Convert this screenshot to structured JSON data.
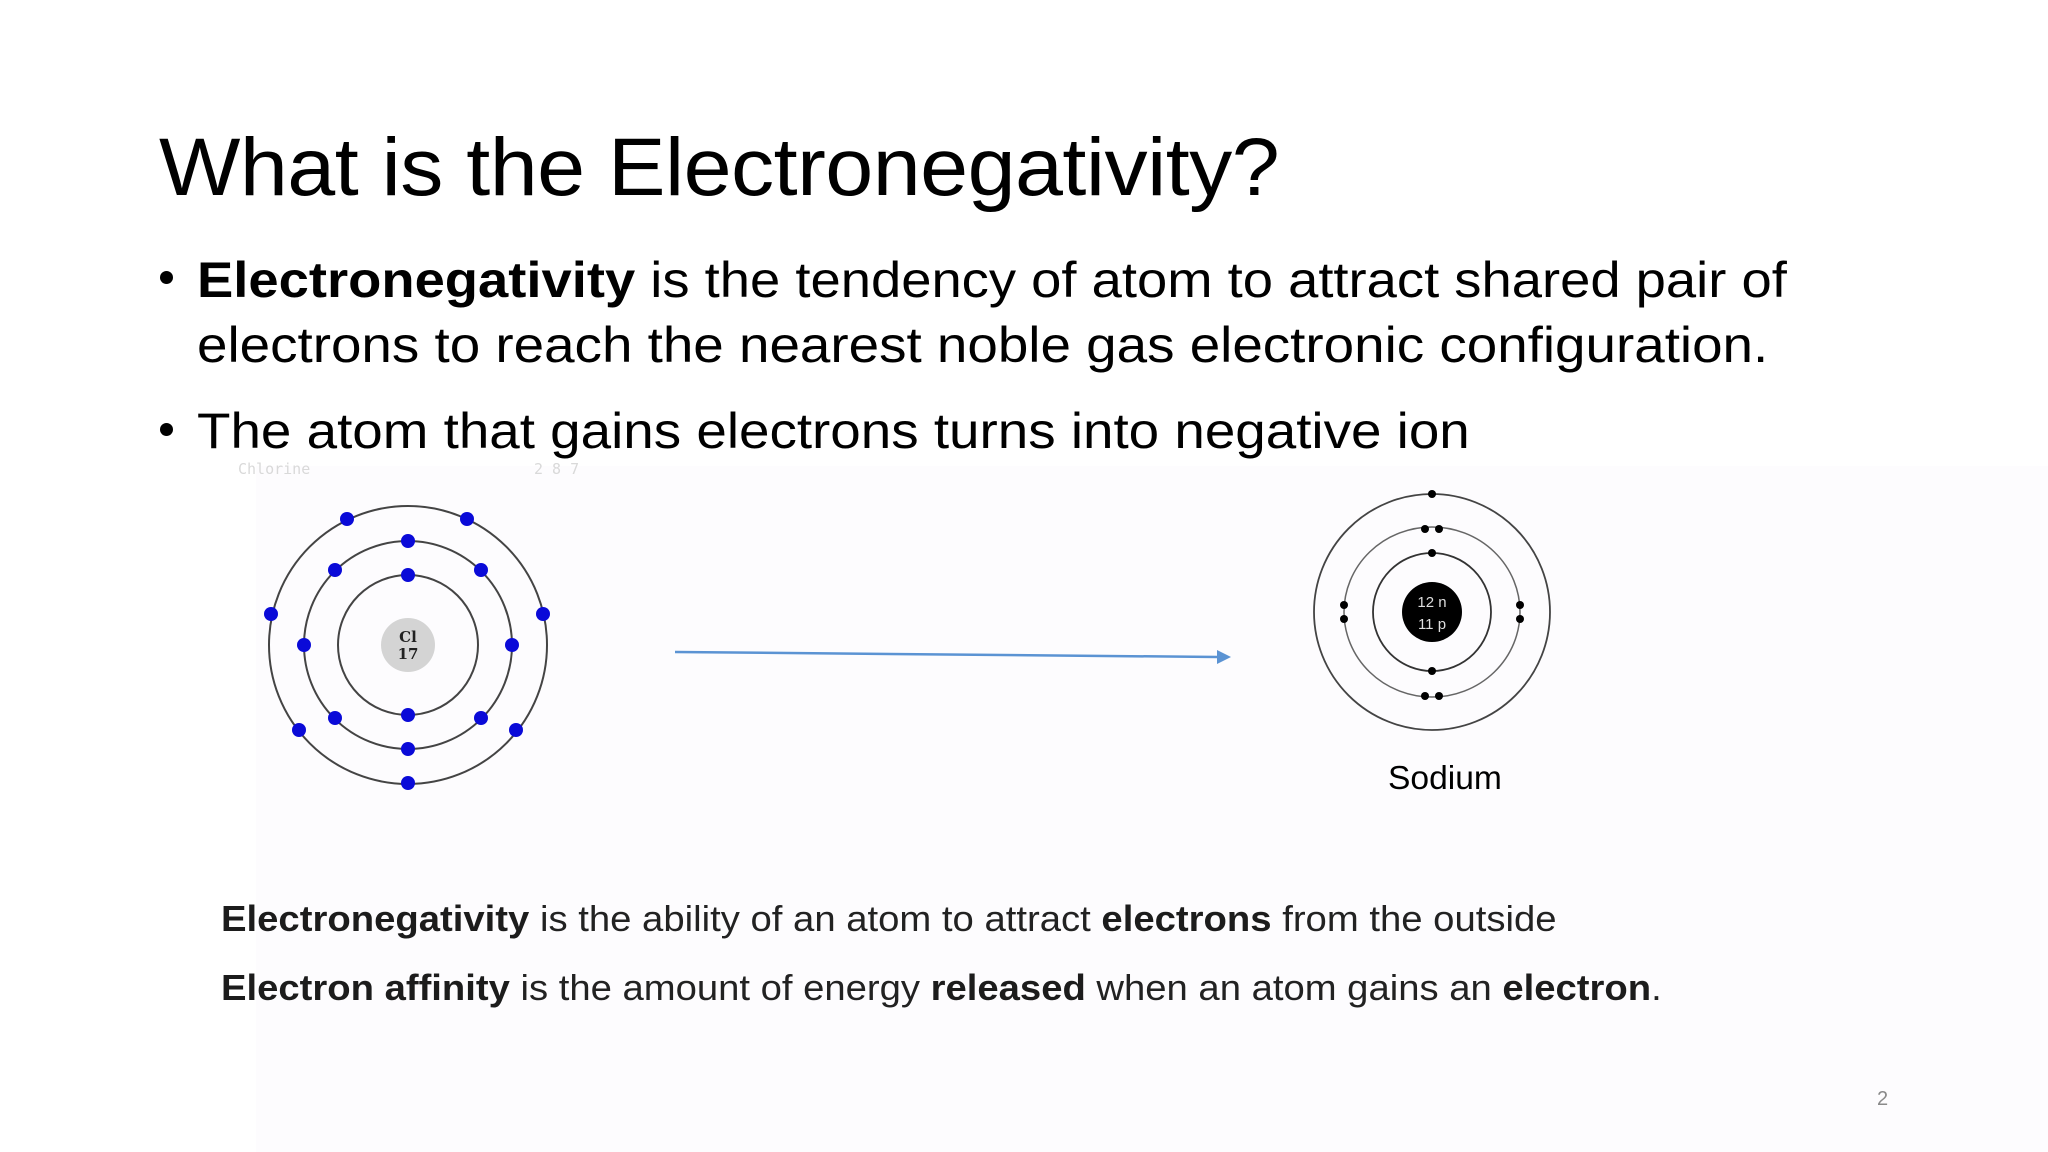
{
  "slide": {
    "title": "What is the Electronegativity?",
    "page_number": "2",
    "background": "#ffffff"
  },
  "bullets": [
    {
      "lines": [
        {
          "bold": "Electronegativity",
          "text": " is the tendency of atom to attract shared pair of"
        },
        {
          "bold": "",
          "text": "electrons to reach the nearest noble gas electronic configuration."
        }
      ]
    },
    {
      "lines": [
        {
          "bold": "",
          "text": "The atom that gains electrons turns into negative ion"
        }
      ]
    }
  ],
  "diagram": {
    "chlorine": {
      "faint_name_label": "Chlorine",
      "faint_config_label": "2 8 7",
      "nucleus_symbol": "Cl",
      "nucleus_number": "17",
      "electron_color": "#0a0ad8",
      "nucleus_color": "#d4d4d4",
      "shells": [
        2,
        8,
        7
      ]
    },
    "arrow": {
      "color": "#5b93d3",
      "direction": "left-to-right"
    },
    "sodium": {
      "label": "Sodium",
      "nucleus_line1": "12 n",
      "nucleus_line2": "11 p",
      "electron_color": "#000000",
      "nucleus_color": "#000000",
      "shells": [
        2,
        8,
        1
      ]
    }
  },
  "definitions": {
    "line1": {
      "part1_bold": "Electronegativity",
      "part2": " is the ability of an atom to attract ",
      "part3_bold": "electrons",
      "part4": " from the outside"
    },
    "line2": {
      "part1_bold": "Electron affinity",
      "part2": " is the amount of energy ",
      "part3_bold": "released",
      "part4": " when an atom gains an ",
      "part5_bold": "electron",
      "part6": "."
    }
  }
}
